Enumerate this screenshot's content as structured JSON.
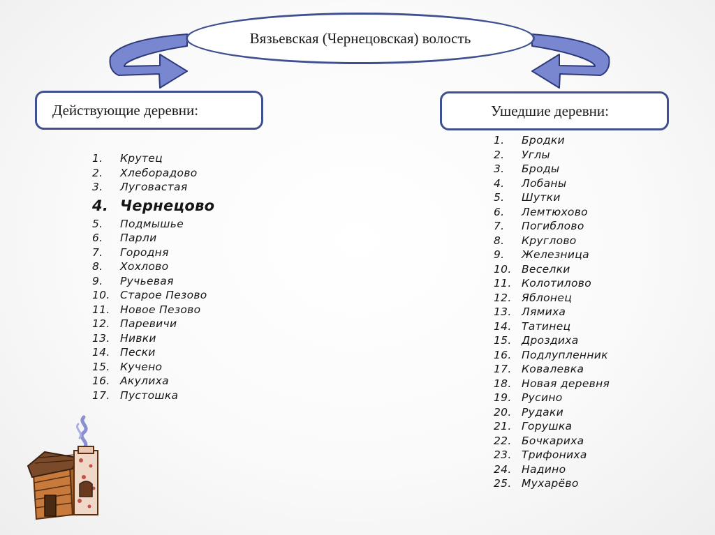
{
  "colors": {
    "outline": "#3f4f8f",
    "arrow_fill": "#7887cf",
    "arrow_stroke": "#2e3a78"
  },
  "title": "Вязьевская (Чернецовская) волость",
  "left_box": {
    "label": "Действующие деревни:"
  },
  "right_box": {
    "label": "Ушедшие деревни:"
  },
  "active_villages": [
    {
      "num": "1.",
      "name": "Крутец"
    },
    {
      "num": "2.",
      "name": "Хлеборадово"
    },
    {
      "num": "3.",
      "name": "Луговастая"
    },
    {
      "num": "4.",
      "name": "Чернецово",
      "emphasis": true
    },
    {
      "num": "5.",
      "name": "Подмышье"
    },
    {
      "num": "6.",
      "name": "Парли"
    },
    {
      "num": "7.",
      "name": "Городня"
    },
    {
      "num": "8.",
      "name": "Хохлово"
    },
    {
      "num": "9.",
      "name": "Ручьевая"
    },
    {
      "num": "10.",
      "name": "Старое Пезово"
    },
    {
      "num": "11.",
      "name": "Новое Пезово"
    },
    {
      "num": "12.",
      "name": "Паревичи"
    },
    {
      "num": "13.",
      "name": "Нивки"
    },
    {
      "num": "14.",
      "name": "Пески"
    },
    {
      "num": "15.",
      "name": "Кучено"
    },
    {
      "num": "16.",
      "name": "Акулиха"
    },
    {
      "num": "17.",
      "name": "Пустошка"
    }
  ],
  "gone_villages": [
    {
      "num": "1.",
      "name": "Бродки"
    },
    {
      "num": "2.",
      "name": "Углы"
    },
    {
      "num": "3.",
      "name": "Броды"
    },
    {
      "num": "4.",
      "name": "Лобаны"
    },
    {
      "num": "5.",
      "name": "Шутки"
    },
    {
      "num": "6.",
      "name": "Лемтюхово"
    },
    {
      "num": "7.",
      "name": "Погиблово"
    },
    {
      "num": "8.",
      "name": "Круглово"
    },
    {
      "num": "9.",
      "name": "Железница"
    },
    {
      "num": "10.",
      "name": "Веселки"
    },
    {
      "num": "11.",
      "name": "Колотилово"
    },
    {
      "num": "12.",
      "name": "Яблонец"
    },
    {
      "num": "13.",
      "name": "Лямиха"
    },
    {
      "num": "14.",
      "name": "Татинец"
    },
    {
      "num": "15.",
      "name": "Дроздиха"
    },
    {
      "num": "16.",
      "name": "Подлупленник"
    },
    {
      "num": "17.",
      "name": "Ковалевка"
    },
    {
      "num": "18.",
      "name": "Новая деревня"
    },
    {
      "num": "19.",
      "name": "Русино"
    },
    {
      "num": "20.",
      "name": "Рудаки"
    },
    {
      "num": "21.",
      "name": "Горушка"
    },
    {
      "num": "22.",
      "name": "Бочкариха"
    },
    {
      "num": "23.",
      "name": "Трифониха"
    },
    {
      "num": "24.",
      "name": "Надино"
    },
    {
      "num": "25.",
      "name": "Мухарёво"
    }
  ],
  "icons": {
    "house": "cabin-clipart-icon",
    "arrow_left": "curved-arrow-left-icon",
    "arrow_right": "curved-arrow-right-icon"
  }
}
